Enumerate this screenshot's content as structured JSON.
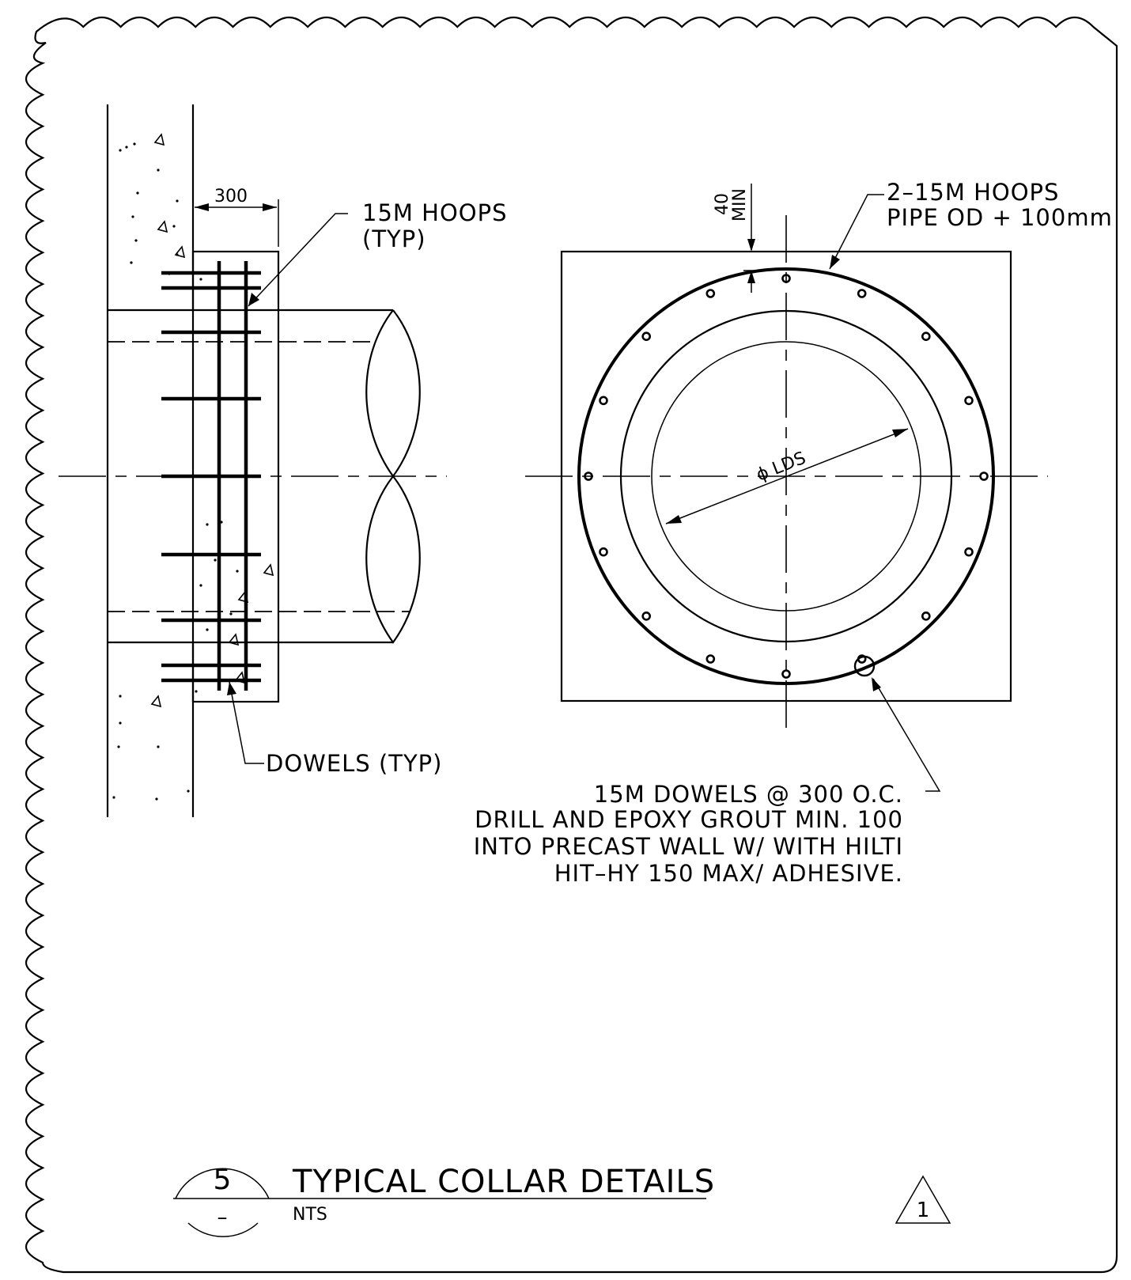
{
  "labels": {
    "dim_300": "300",
    "hoops_15m": "15M HOOPS",
    "hoops_typ": "(TYP)",
    "dowels_typ": "DOWELS (TYP)",
    "min_40": "40",
    "min_label": "MIN",
    "hoops_2_15m": "2–15M HOOPS",
    "pipe_od": "PIPE OD + 100mm",
    "lds": "ϕ LDS",
    "note_line1": "15M DOWELS @ 300 O.C.",
    "note_line2": "DRILL AND EPOXY GROUT MIN. 100",
    "note_line3": "INTO PRECAST WALL W/ WITH HILTI",
    "note_line4": "HIT–HY 150 MAX/ ADHESIVE."
  },
  "title_block": {
    "detail_number": "5",
    "sheet_ref": "–",
    "title": "TYPICAL COLLAR DETAILS",
    "scale": "NTS"
  },
  "revision": {
    "number": "1"
  },
  "colors": {
    "line": "#000000",
    "background": "#ffffff"
  }
}
